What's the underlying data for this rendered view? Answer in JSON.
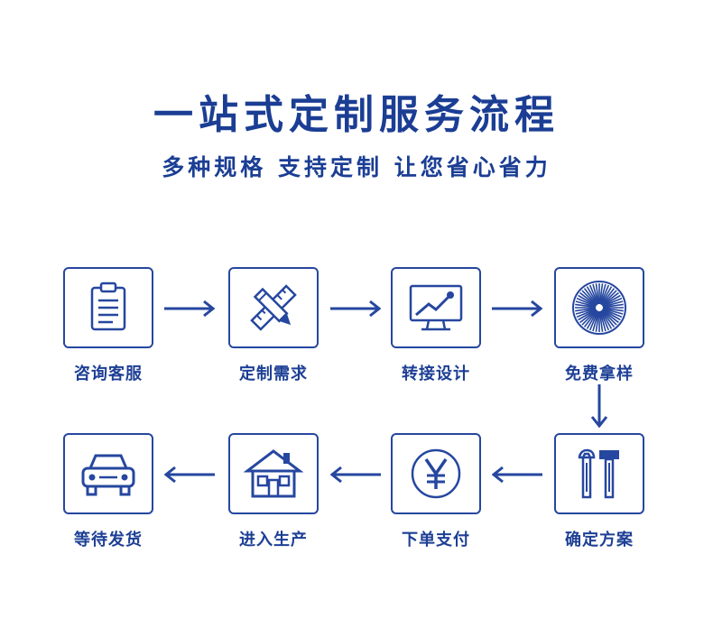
{
  "header": {
    "title": "一站式定制服务流程",
    "subtitle": "多种规格 支持定制 让您省心省力"
  },
  "steps": [
    {
      "label": "咨询客服",
      "icon": "clipboard-icon"
    },
    {
      "label": "定制需求",
      "icon": "pencil-ruler-icon"
    },
    {
      "label": "转接设计",
      "icon": "monitor-chart-icon"
    },
    {
      "label": "免费拿样",
      "icon": "sunburst-icon"
    },
    {
      "label": "确定方案",
      "icon": "wrench-hammer-icon"
    },
    {
      "label": "下单支付",
      "icon": "yen-coin-icon"
    },
    {
      "label": "进入生产",
      "icon": "house-icon"
    },
    {
      "label": "等待发货",
      "icon": "car-icon"
    }
  ],
  "colors": {
    "primary": "#1b3e94",
    "border": "#26479f",
    "background": "#ffffff"
  }
}
